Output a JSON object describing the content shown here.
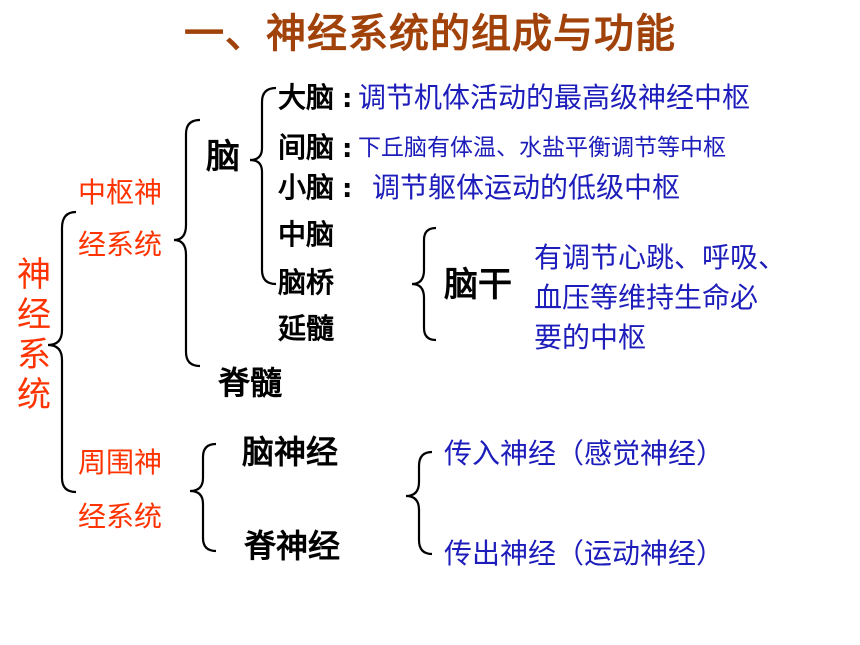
{
  "title": "一、神经系统的组成与功能",
  "root": "神经系统",
  "central": {
    "line1": "中枢神",
    "line2": "经系统",
    "brain": {
      "label": "脑",
      "cerebrum": {
        "name": "大脑",
        "colon": ":",
        "desc": "调节机体活动的最高级神经中枢"
      },
      "diencephalon": {
        "name": "间脑",
        "colon": ":",
        "desc": "下丘脑有体温、水盐平衡调节等中枢"
      },
      "cerebellum": {
        "name": "小脑",
        "colon": ":",
        "desc": "调节躯体运动的低级中枢"
      },
      "midbrain": "中脑",
      "pons": "脑桥",
      "medulla": "延髓",
      "brainstem": {
        "label": "脑干",
        "desc_lines": [
          "有调节心跳、呼吸、",
          "血压等维持生命必",
          "要的中枢"
        ]
      }
    },
    "spinal_cord": "脊髓"
  },
  "peripheral": {
    "line1": "周围神",
    "line2": "经系统",
    "cranial": "脑神经",
    "spinal": "脊神经",
    "afferent": "传入神经（感觉神经）",
    "efferent": "传出神经（运动神经）"
  }
}
